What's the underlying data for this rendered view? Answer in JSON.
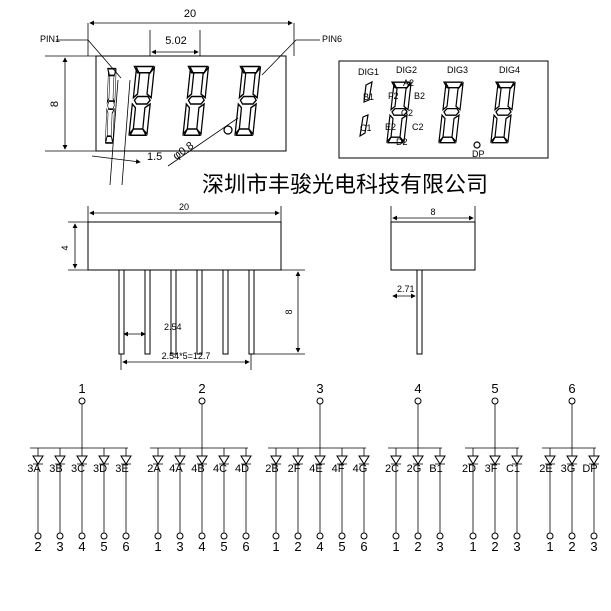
{
  "top_view": {
    "width_dim": "20",
    "pitch_dim": "5.02",
    "height_dim": "8",
    "seg_width_dim": "1.5",
    "dp_dim": "φ0.8",
    "pin1_label": "PIN1",
    "pin6_label": "PIN6"
  },
  "segment_view": {
    "dig1": "DIG1",
    "dig2": "DIG2",
    "dig3": "DIG3",
    "dig4": "DIG4",
    "a2": "A2",
    "b1": "B1",
    "f2": "F2",
    "b2": "B2",
    "g2": "G2",
    "c1": "C1",
    "e2": "E2",
    "c2": "C2",
    "d2": "D2",
    "dp": "DP"
  },
  "company": "深圳市丰骏光电科技有限公司",
  "front_view": {
    "width_dim": "20",
    "height_dim": "4",
    "lead_dim": "8",
    "pitch_dim": "2.54",
    "span_dim": "2.54*5=12.7"
  },
  "side_view": {
    "width_dim": "8",
    "offset_dim": "2.71"
  },
  "circuit": {
    "groups": [
      {
        "common": "1",
        "segments": [
          "3A",
          "3B",
          "3C",
          "3D",
          "3E"
        ],
        "pins": [
          "2",
          "3",
          "4",
          "5",
          "6"
        ]
      },
      {
        "common": "2",
        "segments": [
          "2A",
          "4A",
          "4B",
          "4C",
          "4D"
        ],
        "pins": [
          "1",
          "3",
          "4",
          "5",
          "6"
        ]
      },
      {
        "common": "3",
        "segments": [
          "2B",
          "2F",
          "4E",
          "4F",
          "4G"
        ],
        "pins": [
          "1",
          "2",
          "4",
          "5",
          "6"
        ]
      },
      {
        "common": "4",
        "segments": [
          "2C",
          "2G",
          "B1"
        ],
        "pins": [
          "1",
          "2",
          "3"
        ]
      },
      {
        "common": "5",
        "segments": [
          "2D",
          "3F",
          "C1"
        ],
        "pins": [
          "1",
          "2",
          "3"
        ]
      },
      {
        "common": "6",
        "segments": [
          "2E",
          "3G",
          "DP"
        ],
        "pins": [
          "1",
          "2",
          "3"
        ]
      }
    ]
  }
}
